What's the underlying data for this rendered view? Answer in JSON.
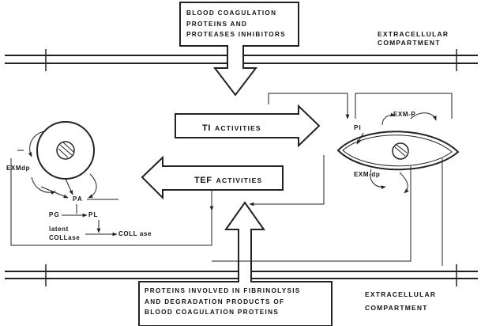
{
  "top_box": {
    "lines": [
      "BLOOD COAGULATION",
      "PROTEINS AND",
      "PROTEASES INHIBITORS"
    ]
  },
  "bottom_box": {
    "lines": [
      "PROTEINS INVOLVED IN FIBRINOLYSIS",
      "AND  DEGRADATION PRODUCTS OF",
      "BLOOD  COAGULATION  PROTEINS"
    ]
  },
  "extracellular_top": {
    "lines": [
      "EXTRACELLULAR",
      "COMPARTMENT"
    ]
  },
  "extracellular_bottom": {
    "lines": [
      "EXTRACELLULAR",
      "COMPARTMENT"
    ]
  },
  "ti_arrow": {
    "abbr": "TI",
    "rest": "ACTIVITIES"
  },
  "tef_arrow": {
    "abbr": "TEF",
    "rest": "ACTIVITIES"
  },
  "left_cell": {
    "exmdp": "EXMdp",
    "pa": "PA",
    "pg": "PG",
    "pl": "PL",
    "latent": "latent",
    "coll_latent": "COLLase",
    "coll_active": "COLL ase"
  },
  "right_cell": {
    "pi": "PI",
    "exm_p": "EXM-P",
    "exm_dp": "EXM-dp"
  }
}
